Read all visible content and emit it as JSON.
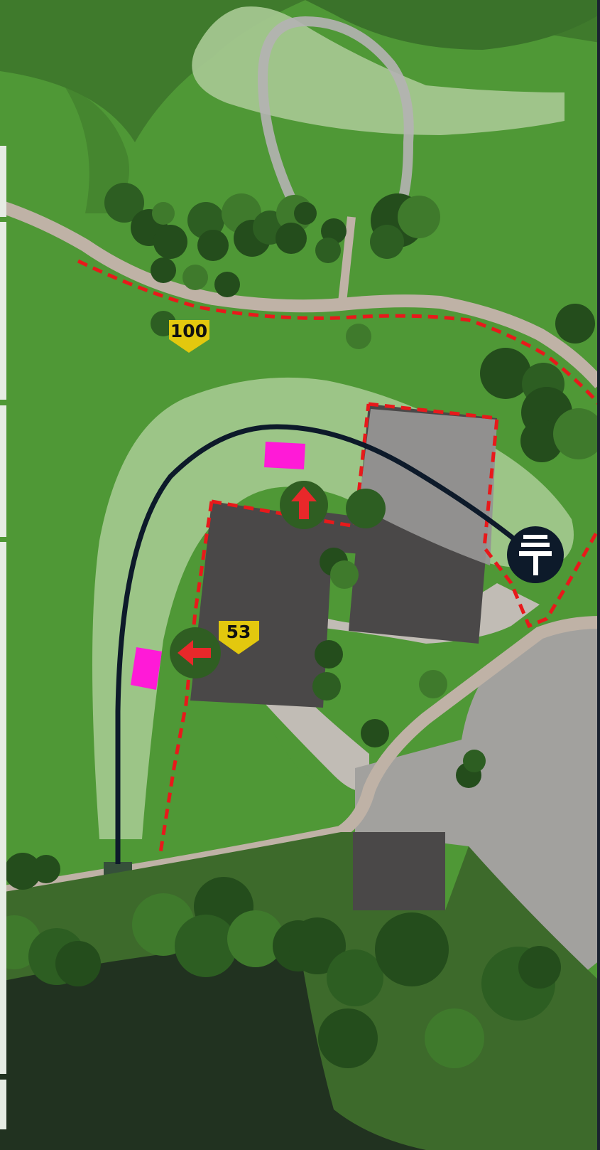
{
  "map": {
    "markers": [
      {
        "kind": "gate-marker",
        "label": "100",
        "color": "#e3c80e"
      },
      {
        "kind": "gate-marker",
        "label": "53",
        "color": "#e3c80e"
      }
    ],
    "lift_icon": {
      "icon": "ski-lift-station-icon",
      "color": "#0d1a2a"
    },
    "direction_arrows": [
      {
        "direction": "up",
        "color": "#e8282a"
      },
      {
        "direction": "left",
        "color": "#e8282a"
      }
    ],
    "colors": {
      "grass": "#4f9836",
      "dark_forest": "#213220",
      "road": "#bfb2a6",
      "path": "#9cc587",
      "building_dark": "#4a4848",
      "building_light": "#959593",
      "boundary": "#e8191b",
      "lift_line": "#0d1a2a",
      "poi_magenta": "#ff1ad7"
    }
  }
}
